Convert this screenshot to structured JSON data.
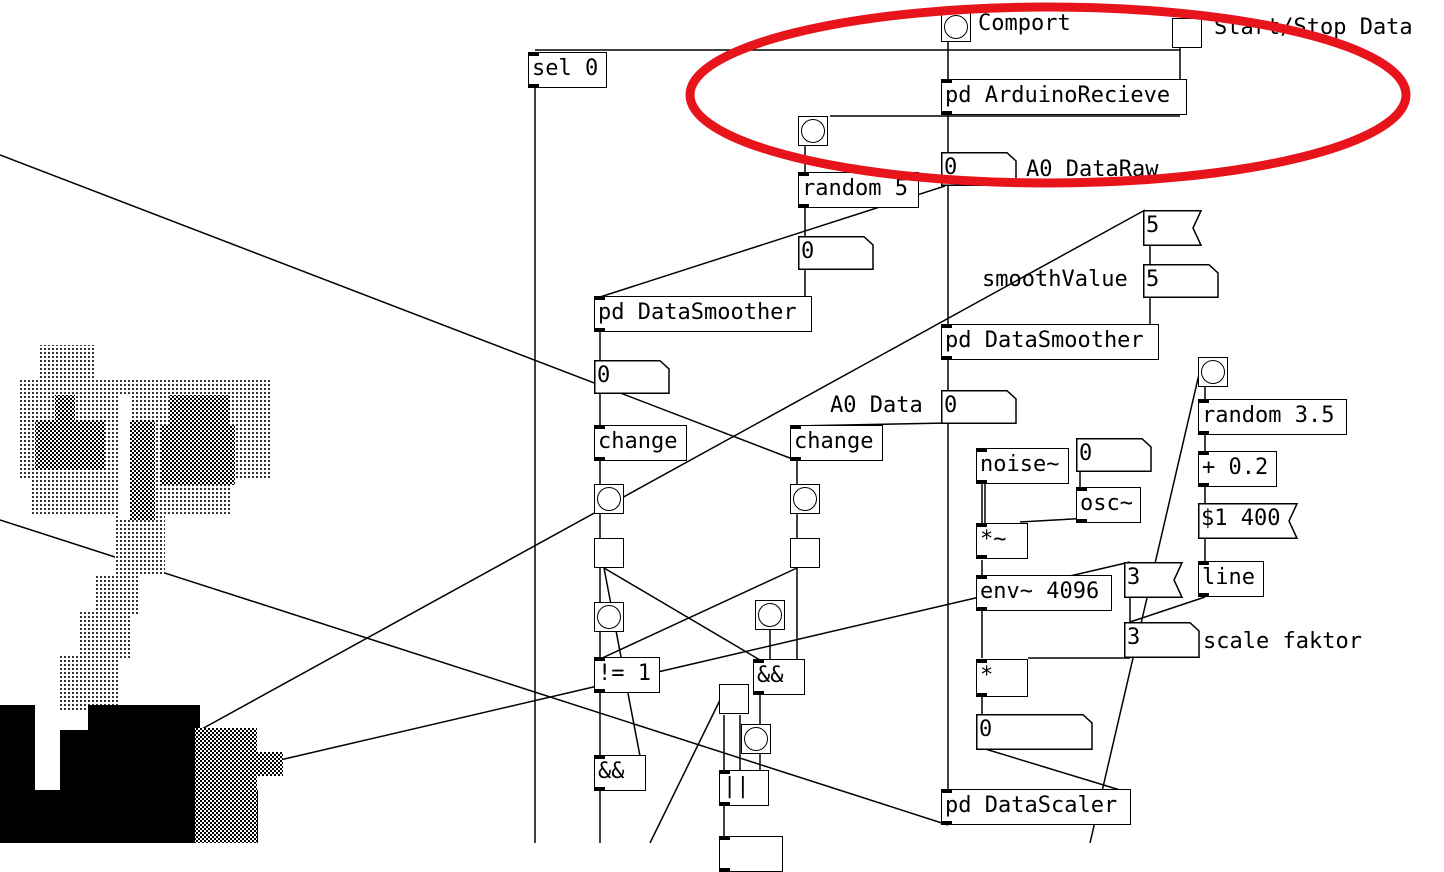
{
  "canvas": {
    "labels": {
      "comport": "Comport",
      "start_stop": "Start/Stop Data",
      "a0_data_raw": "A0 DataRaw",
      "smooth_value": "smoothValue",
      "a0_data": "A0 Data",
      "scale_faktor": "scale faktor"
    },
    "objects": {
      "sel": "sel 0",
      "arduino_recieve": "pd ArduinoRecieve",
      "random5": "random 5",
      "datasmoother_left": "pd DataSmoother",
      "datasmoother_right": "pd DataSmoother",
      "change_left": "change",
      "change_right": "change",
      "not_equal": "!= 1",
      "and_mid": "&&",
      "and_left": "&&",
      "or": "||",
      "noise": "noise~",
      "osc": "osc~",
      "times_tilde": "*~",
      "env": "env~ 4096",
      "times": "*",
      "random35": "random 3.5",
      "plus": "+ 0.2",
      "line": "line",
      "datascaler": "pd DataScaler"
    },
    "numbers": {
      "a0_raw": "0",
      "random_out": "0",
      "smoother_out": "0",
      "a0_data": "0",
      "osc_freq": "0",
      "env_factor": "3",
      "scale_out": "3",
      "times_out": "0",
      "smooth_msg": "5",
      "smooth_num": "5"
    },
    "messages": {
      "line_msg": "$1 400"
    },
    "highlight_color": "#e8141c"
  }
}
